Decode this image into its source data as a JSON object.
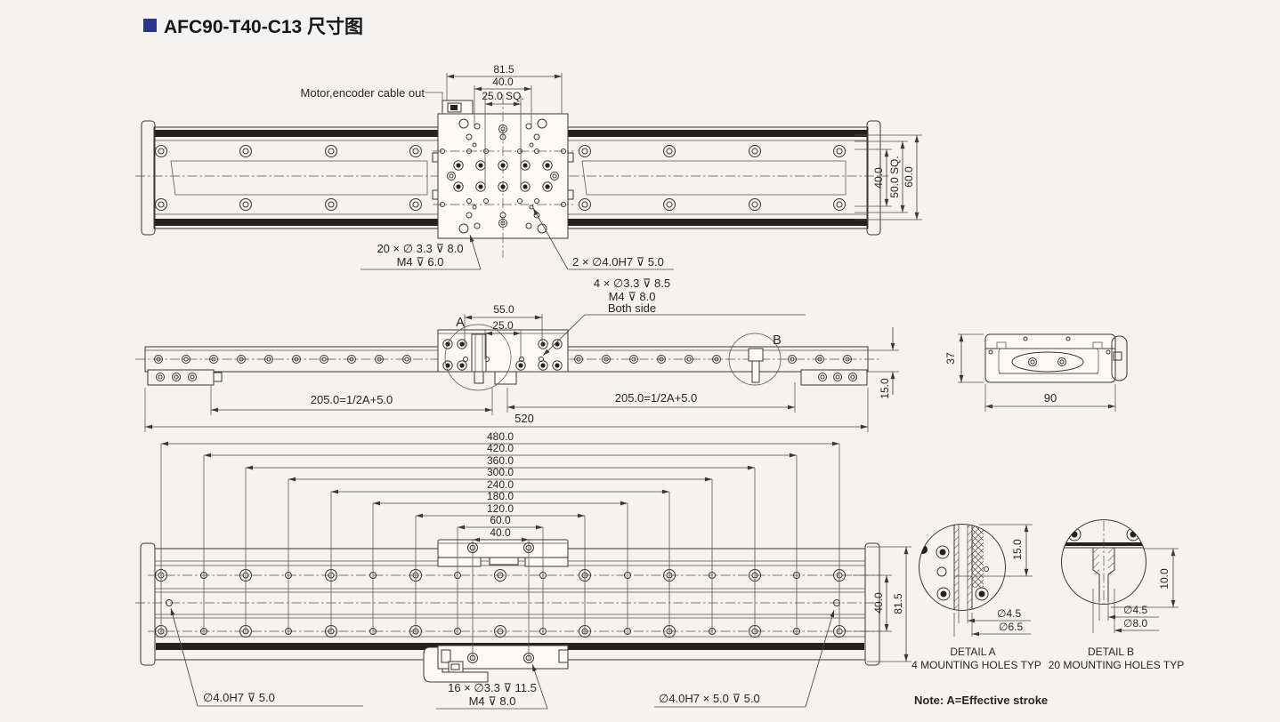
{
  "title": {
    "text": "AFC90-T40-C13 尺寸图",
    "accent_color": "#2b3590"
  },
  "top_view": {
    "cable_label": "Motor,encoder cable out",
    "dim_81_5": "81.5",
    "dim_40": "40.0",
    "dim_25sq": "25.0 SQ.",
    "dim_v40": "40.0",
    "dim_v50sq": "50.0 SQ.",
    "dim_v60": "60.0",
    "callout_holes_line1": "20 × ∅ 3.3 ⊽ 8.0",
    "callout_holes_line2": "M4 ⊽ 6.0",
    "callout_pins": "2 × ∅4.0H7 ⊽ 5.0"
  },
  "side_view": {
    "callout_line1": "4 × ∅3.3 ⊽ 8.5",
    "callout_line2": "M4 ⊽ 8.0",
    "callout_line3": "Both side",
    "dim_55": "55.0",
    "dim_25": "25.0",
    "dim_left_half": "205.0=1/2A+5.0",
    "dim_right_half": "205.0=1/2A+5.0",
    "dim_total": "520",
    "dim_15": "15.0",
    "detail_a_mark": "A",
    "detail_b_mark": "B"
  },
  "end_view": {
    "dim_37": "37",
    "dim_90": "90"
  },
  "bottom_view": {
    "stacked_dims": [
      "480.0",
      "420.0",
      "360.0",
      "300.0",
      "240.0",
      "180.0",
      "120.0",
      "60.0",
      "40.0"
    ],
    "dim_v40": "40.0",
    "dim_v81_5": "81.5",
    "callout_pin_left": "∅4.0H7 ⊽ 5.0",
    "callout_holes_line1": "16 × ∅3.3 ⊽ 11.5",
    "callout_holes_line2": "M4 ⊽ 8.0",
    "callout_pin_right": "∅4.0H7 × 5.0 ⊽ 5.0"
  },
  "detail_a": {
    "dim_15": "15.0",
    "dia_small": "∅4.5",
    "dia_large": "∅6.5",
    "name": "DETAIL A",
    "desc": "4 MOUNTING HOLES TYP"
  },
  "detail_b": {
    "dim_10": "10.0",
    "dia_small": "∅4.5",
    "dia_large": "∅8.0",
    "name": "DETAIL B",
    "desc": "20 MOUNTING HOLES TYP"
  },
  "note": "Note:  A=Effective stroke"
}
